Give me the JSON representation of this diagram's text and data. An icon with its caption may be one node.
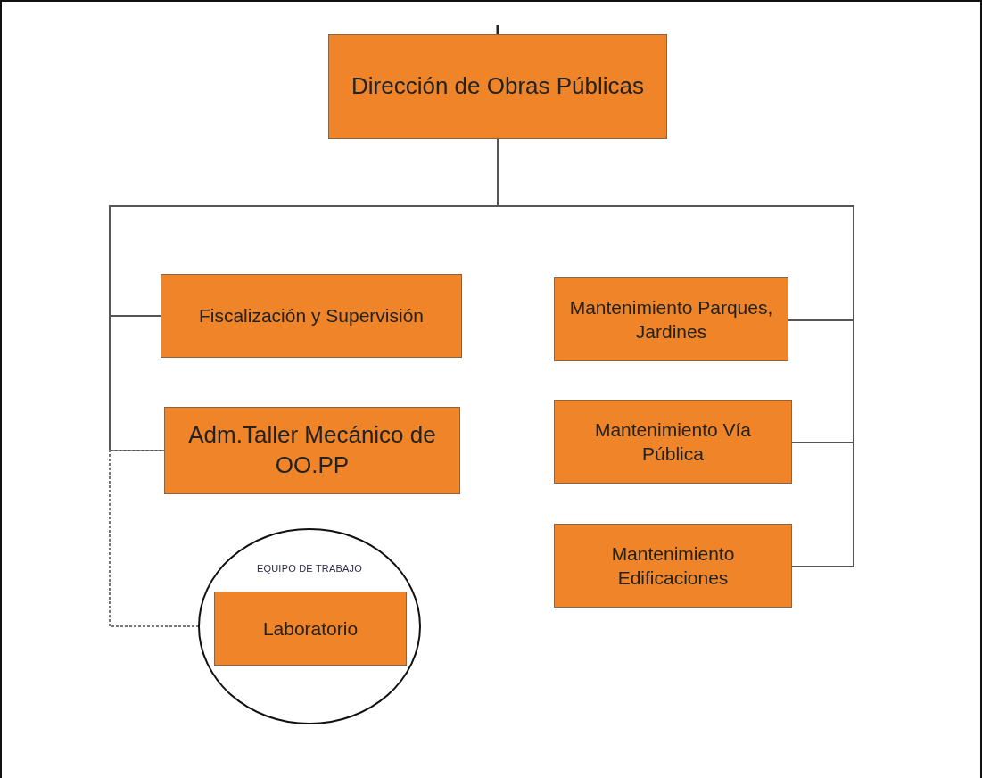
{
  "diagram": {
    "nodes": [
      {
        "text": [
          "Dirección de Obras Públicas"
        ]
      },
      {
        "text": [
          "Fiscalización y Supervisión"
        ]
      },
      {
        "text": [
          "Adm.Taller Mecánico de OO.PP"
        ]
      },
      {
        "text": [
          "EQUIPO DE TRABAJO"
        ]
      },
      {
        "text": [
          "Laboratorio"
        ],
        "in": 3
      },
      {
        "text": [
          "Mantenimiento Parques, Jardines"
        ]
      },
      {
        "text": [
          "Mantenimiento Vía Pública"
        ]
      },
      {
        "text": [
          "Mantenimiento Edificaciones"
        ]
      }
    ],
    "edges": [
      {
        "from": null,
        "to": 0,
        "arrow": "none"
      },
      {
        "from": 0,
        "to": 1,
        "arrow": "none"
      },
      {
        "from": 0,
        "to": 2,
        "arrow": "none"
      },
      {
        "from": 0,
        "to": 5,
        "arrow": "none"
      },
      {
        "from": 0,
        "to": 6,
        "arrow": "none"
      },
      {
        "from": 0,
        "to": 7,
        "arrow": "none"
      },
      {
        "from": 2,
        "to": 3,
        "arrow": "none",
        "style": "dashed"
      }
    ]
  }
}
